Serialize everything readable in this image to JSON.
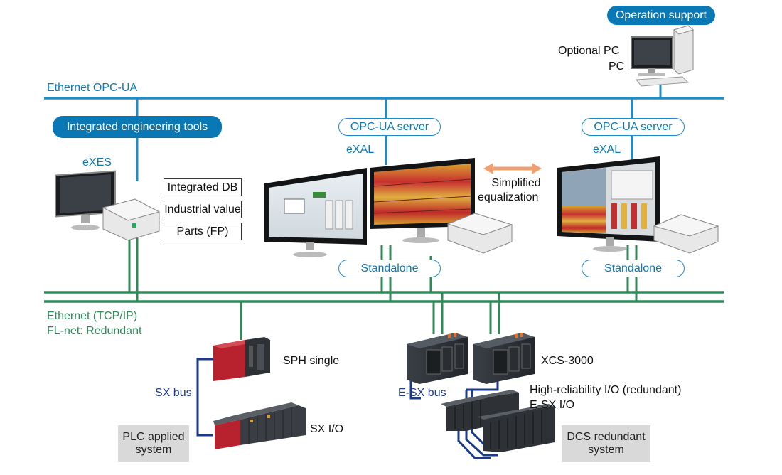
{
  "networks": {
    "opcua": "Ethernet OPC-UA",
    "tcpip": "Ethernet (TCP/IP)",
    "flnet": "FL-net: Redundant"
  },
  "badges": {
    "operation_support": "Operation support",
    "integrated_tools": "Integrated engineering tools",
    "opcua_server_1": "OPC-UA server",
    "opcua_server_2": "OPC-UA server",
    "standalone_1": "Standalone",
    "standalone_2": "Standalone"
  },
  "labels": {
    "optional_pc": "Optional PC",
    "pc": "PC",
    "exes": "eXES",
    "exal_1": "eXAL",
    "exal_2": "eXAL",
    "simplified": "Simplified",
    "equalization": "equalization",
    "sph_single": "SPH single",
    "sx_bus": "SX bus",
    "sx_io": "SX I/O",
    "esx_bus": "E-SX bus",
    "xcs3000": "XCS-3000",
    "high_reliability": "High-reliability I/O (redundant)",
    "esx_io": "E-SX I/O"
  },
  "tool_boxes": [
    "Integrated DB",
    "Industrial value",
    "Parts (FP)"
  ],
  "systems": {
    "plc_line1": "PLC applied",
    "plc_line2": "system",
    "dcs_line1": "DCS redundant",
    "dcs_line2": "system"
  },
  "colors": {
    "ethernet_opcua": "#1e8cc8",
    "ethernet_tcpip": "#2e8b57",
    "sx_bus": "#1a3a8a",
    "arrow": "#f0a070",
    "badge": "#0a78b4"
  }
}
